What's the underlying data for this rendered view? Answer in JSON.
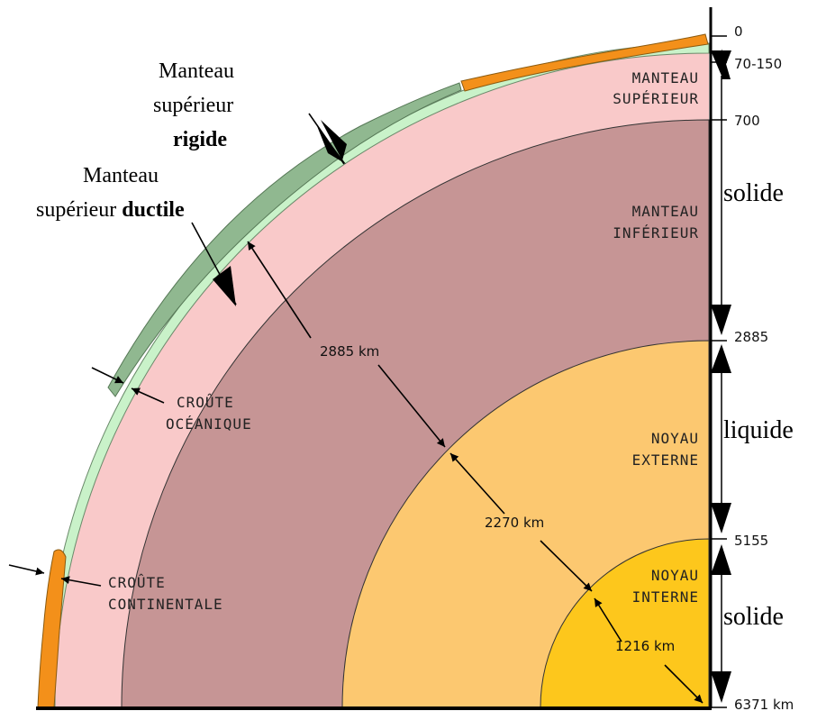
{
  "layers": {
    "upper_mantle": [
      "MANTEAU",
      "SUPÉRIEUR"
    ],
    "lower_mantle": [
      "MANTEAU",
      "INFÉRIEUR"
    ],
    "outer_core": [
      "NOYAU",
      "EXTERNE"
    ],
    "inner_core": [
      "NOYAU",
      "INTERNE"
    ],
    "oceanic_crust": [
      "CROÛTE",
      "OCÉANIQUE"
    ],
    "continental_crust": [
      "CROÛTE",
      "CONTINENTALE"
    ]
  },
  "annotations": {
    "rigid_line1": "Manteau",
    "rigid_line2": "supérieur",
    "rigid_bold": "rigide",
    "ductile_line1": "Manteau",
    "ductile_line2": "supérieur ",
    "ductile_bold": "ductile"
  },
  "distances": {
    "mantle": "2885 km",
    "outer_core": "2270 km",
    "inner_core": "1216 km"
  },
  "depth_scale": [
    "0",
    "70-150",
    "700",
    "2885",
    "5155",
    "6371 km"
  ],
  "states": {
    "upper": "solide",
    "middle": "liquide",
    "lower": "solide"
  },
  "colors": {
    "upper_mantle": "#f9c9c9",
    "lower_mantle": "#c69595",
    "outer_core": "#fcc870",
    "inner_core": "#fdc71c",
    "asthenosphere": "#c9f2c9",
    "oceanic_crust": "#90b890",
    "continental_crust": "#f3901a"
  }
}
